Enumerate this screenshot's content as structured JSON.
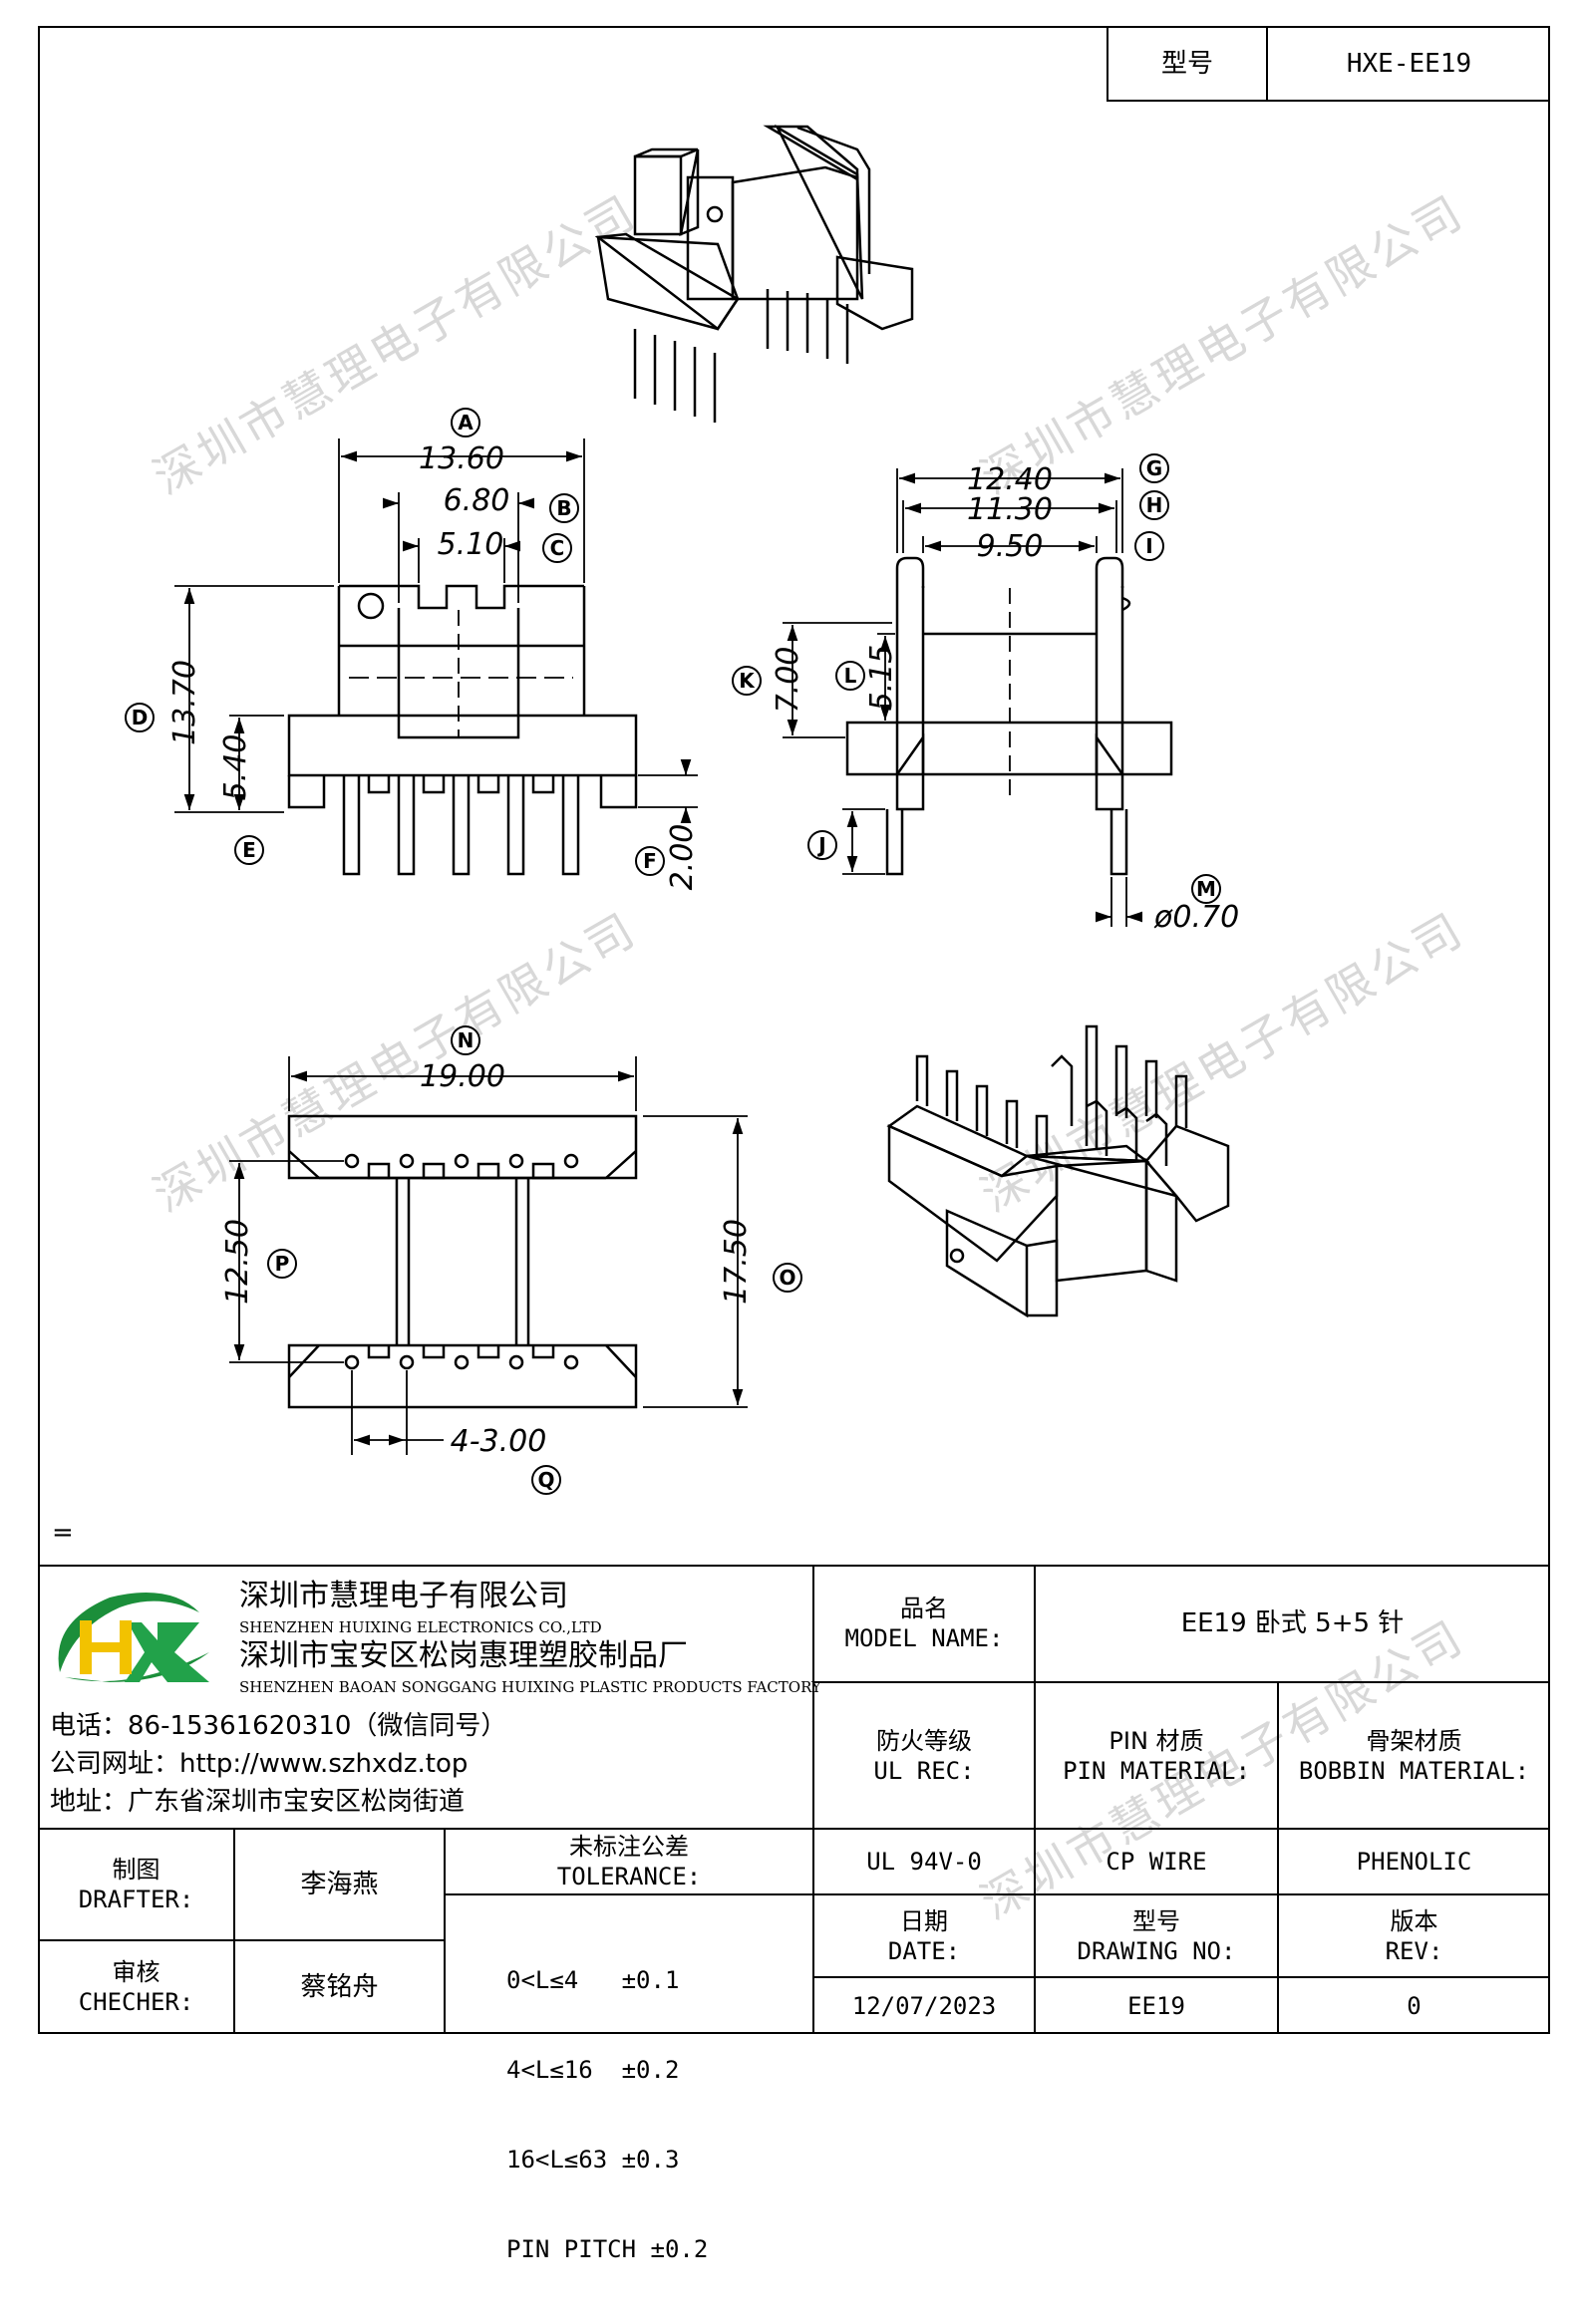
{
  "header": {
    "model_label": "型号",
    "model_value": "HXE-EE19"
  },
  "watermark": "深圳市慧理电子有限公司",
  "dimensions": {
    "A": "13.60",
    "B": "6.80",
    "C": "5.10",
    "D": "13.70",
    "E": "5.40",
    "F": "2.00",
    "G": "12.40",
    "H": "11.30",
    "I": "9.50",
    "K": "7.00",
    "L": "5.15",
    "M": "ø0.70",
    "N": "19.00",
    "O": "17.50",
    "P": "12.50",
    "Q": "4-3.00"
  },
  "circle_labels": [
    "A",
    "B",
    "C",
    "D",
    "E",
    "F",
    "G",
    "H",
    "I",
    "J",
    "K",
    "L",
    "M",
    "N",
    "O",
    "P",
    "Q"
  ],
  "note_mark": "=",
  "company": {
    "logo_letters": "HX",
    "name_cn": "深圳市慧理电子有限公司",
    "name_en": "SHENZHEN HUIXING ELECTRONICS CO.,LTD",
    "factory_cn": "深圳市宝安区松岗惠理塑胶制品厂",
    "factory_en": "SHENZHEN BAOAN SONGGANG HUIXING PLASTIC PRODUCTS FACTORY",
    "phone": "电话：86-15361620310（微信同号）",
    "website": "公司网址：http://www.szhxdz.top",
    "address": "地址：广东省深圳市宝安区松岗街道"
  },
  "title_block": {
    "model_name_cn": "品名",
    "model_name_en": "MODEL NAME:",
    "model_name_value": "EE19 卧式 5+5 针",
    "ul_cn": "防火等级",
    "ul_en": "UL REC:",
    "ul_value": "UL 94V-0",
    "pin_cn": "PIN 材质",
    "pin_en": "PIN MATERIAL:",
    "pin_value": "CP WIRE",
    "bobbin_cn": "骨架材质",
    "bobbin_en": "BOBBIN MATERIAL:",
    "bobbin_value": "PHENOLIC",
    "drafter_cn": "制图",
    "drafter_en": "DRAFTER:",
    "drafter_value": "李海燕",
    "checker_cn": "审核",
    "checker_en": "CHECHER:",
    "checker_value": "蔡铭舟",
    "tolerance_cn": "未标注公差",
    "tolerance_en": "TOLERANCE:",
    "tolerance_lines": [
      "0<L≤4   ±0.1",
      "4<L≤16  ±0.2",
      "16<L≤63 ±0.3",
      "PIN PITCH ±0.2"
    ],
    "date_cn": "日期",
    "date_en": "DATE:",
    "date_value": "12/07/2023",
    "drawing_cn": "型号",
    "drawing_en": "DRAWING NO:",
    "drawing_value": "EE19",
    "rev_cn": "版本",
    "rev_en": "REV:",
    "rev_value": "0"
  }
}
